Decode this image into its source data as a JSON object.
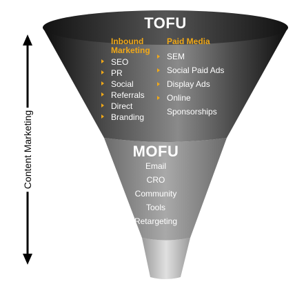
{
  "diagram": {
    "side_label": "Content Marketing",
    "tofu": {
      "title": "TOFU",
      "left_column": {
        "heading_line1": "Inbound",
        "heading_line2": "Marketing",
        "items": [
          "SEO",
          "PR",
          "Social",
          "Referrals",
          "Direct",
          "Branding"
        ]
      },
      "right_column": {
        "heading": "Paid Media",
        "items": [
          "SEM",
          "Social Paid Ads",
          "Display Ads",
          "Online"
        ],
        "continuation": "Sponsorships"
      }
    },
    "mofu": {
      "title": "MOFU",
      "items": [
        "Email",
        "CRO",
        "Community",
        "Tools",
        "Retargeting"
      ]
    },
    "colors": {
      "funnel_dark": "#1a1a1a",
      "funnel_mid": "#6a6a6a",
      "funnel_light": "#c8c8c8",
      "accent": "#f0a818"
    }
  }
}
